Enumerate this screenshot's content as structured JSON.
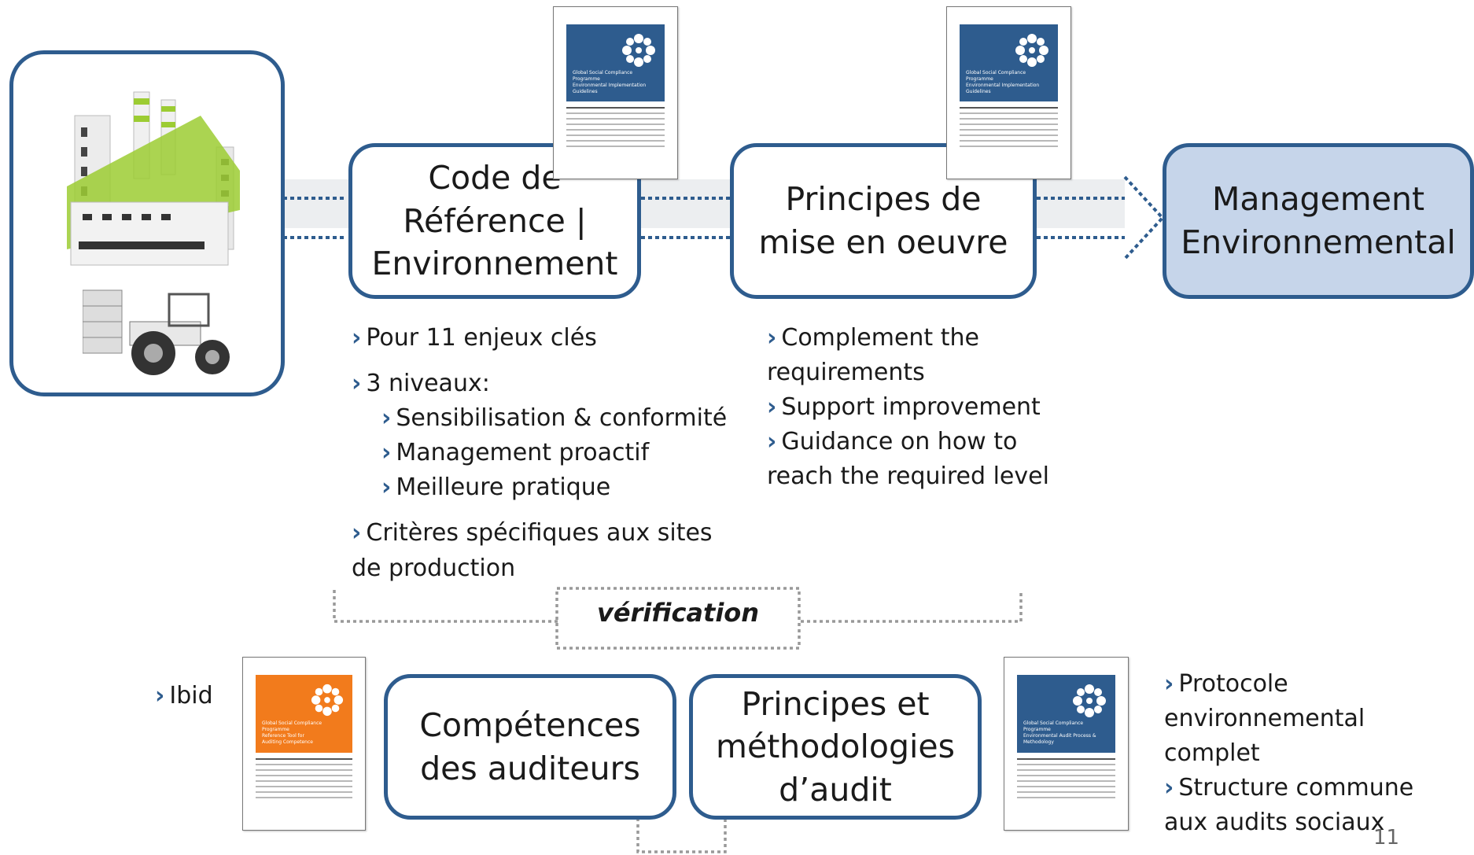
{
  "nodes": {
    "code": "Code de\nRéférence |\nEnvironnement",
    "principes_mise": "Principes de\nmise en oeuvre",
    "management": "Management\nEnvironnemental",
    "competences": "Compétences\ndes auditeurs",
    "principes_audit": "Principes et\nméthodologies\nd’audit"
  },
  "verification_label": "vérification",
  "bullets": {
    "code": {
      "b1": "Pour 11 enjeux clés",
      "b2": "3 niveaux:",
      "b2_sub": [
        "Sensibilisation & conformité",
        "Management proactif",
        "Meilleure pratique"
      ],
      "b3": "Critères spécifiques aux sites de production"
    },
    "principes": [
      "Complement the requirements",
      "Support improvement",
      "Guidance on how to reach the required level"
    ],
    "ibid": "Ibid",
    "protocole": [
      "Protocole environnemental complet",
      "Structure commune aux audits sociaux"
    ]
  },
  "documents": {
    "doc1_cover": "Global Social Compliance Programme\nEnvironmental Implementation\nGuidelines",
    "doc2_cover": "Global Social Compliance Programme\nEnvironmental Implementation\nGuidelines",
    "doc3_cover": "Global Social Compliance Programme\nReference Tool for\nAuditing Competence",
    "doc4_cover": "Global Social Compliance Programme\nEnvironmental Audit Process &\nMethodology"
  },
  "page_number": "11",
  "colors": {
    "box_border": "#2e5c8e",
    "management_fill": "#c6d5ea",
    "doc_blue": "#2e5c8e",
    "doc_orange": "#f27b1c",
    "factory_green": "#9ccc33"
  }
}
